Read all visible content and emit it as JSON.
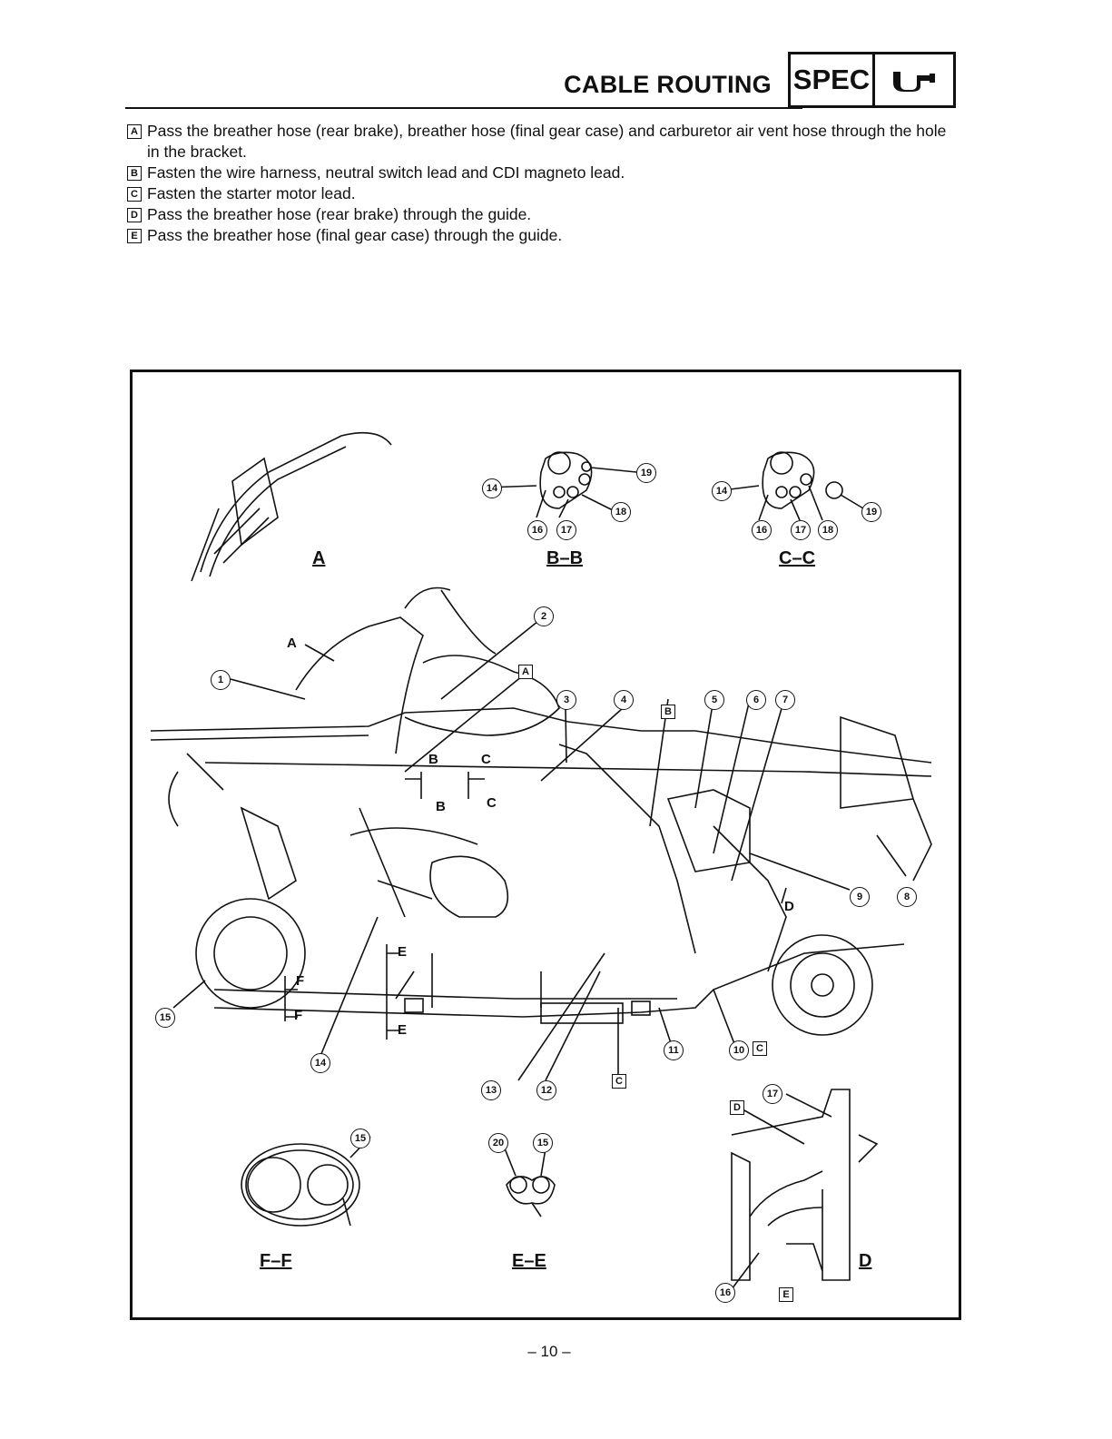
{
  "header": {
    "title": "CABLE ROUTING",
    "spec": "SPEC",
    "icon": "wrench-icon"
  },
  "notes": [
    {
      "key": "A",
      "text": "Pass the breather hose (rear brake), breather hose (final gear case) and carburetor air vent hose through the hole in the bracket."
    },
    {
      "key": "B",
      "text": "Fasten the wire harness, neutral switch lead and CDI magneto lead."
    },
    {
      "key": "C",
      "text": "Fasten the starter motor lead."
    },
    {
      "key": "D",
      "text": "Pass the breather hose (rear brake) through the guide."
    },
    {
      "key": "E",
      "text": "Pass the breather hose (final gear case) through the guide."
    }
  ],
  "figure": {
    "views": {
      "a": "A",
      "bb": "B–B",
      "cc": "C–C",
      "ff": "F–F",
      "ee": "E–E",
      "d": "D"
    },
    "section_marks": {
      "a": "A",
      "b1": "B",
      "b2": "B",
      "c1": "C",
      "c2": "C",
      "d": "D",
      "e1": "E",
      "e2": "E",
      "f1": "F",
      "f2": "F"
    },
    "boxed": {
      "a": "A",
      "b": "B",
      "c1": "C",
      "c2": "C",
      "d": "D",
      "e": "E"
    },
    "callouts": {
      "n1": "1",
      "n2": "2",
      "n3": "3",
      "n4": "4",
      "n5": "5",
      "n6": "6",
      "n7": "7",
      "n8": "8",
      "n9": "9",
      "n10": "10",
      "n11": "11",
      "n12": "12",
      "n13": "13",
      "n14": "14",
      "n15": "15",
      "bb14": "14",
      "bb16": "16",
      "bb17": "17",
      "bb18": "18",
      "bb19": "19",
      "cc14": "14",
      "cc16": "16",
      "cc17": "17",
      "cc18": "18",
      "cc19": "19",
      "ff15": "15",
      "ee20": "20",
      "ee15": "15",
      "d17": "17",
      "d16": "16"
    }
  },
  "page_number": "– 10 –"
}
